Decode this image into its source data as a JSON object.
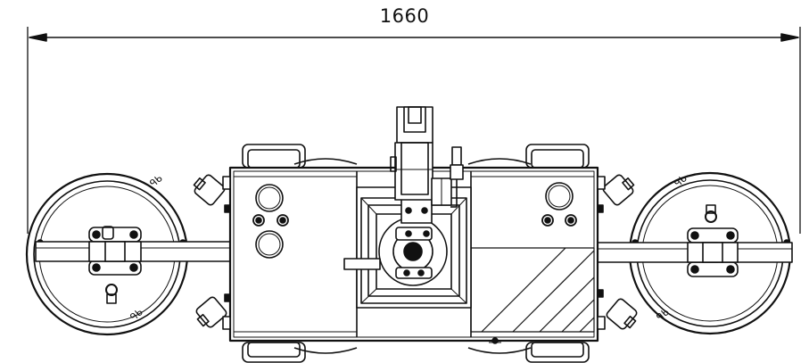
{
  "drawing": {
    "overall_width_dimension": "1660",
    "pad_marks": {
      "left_top": "ᑫᑲ",
      "left_bottom": "ᑫᑲ",
      "right_top": "ᑫᑲ",
      "right_bottom": "ᑫᑲ"
    },
    "colors": {
      "line": "#111111",
      "background": "#ffffff"
    }
  }
}
